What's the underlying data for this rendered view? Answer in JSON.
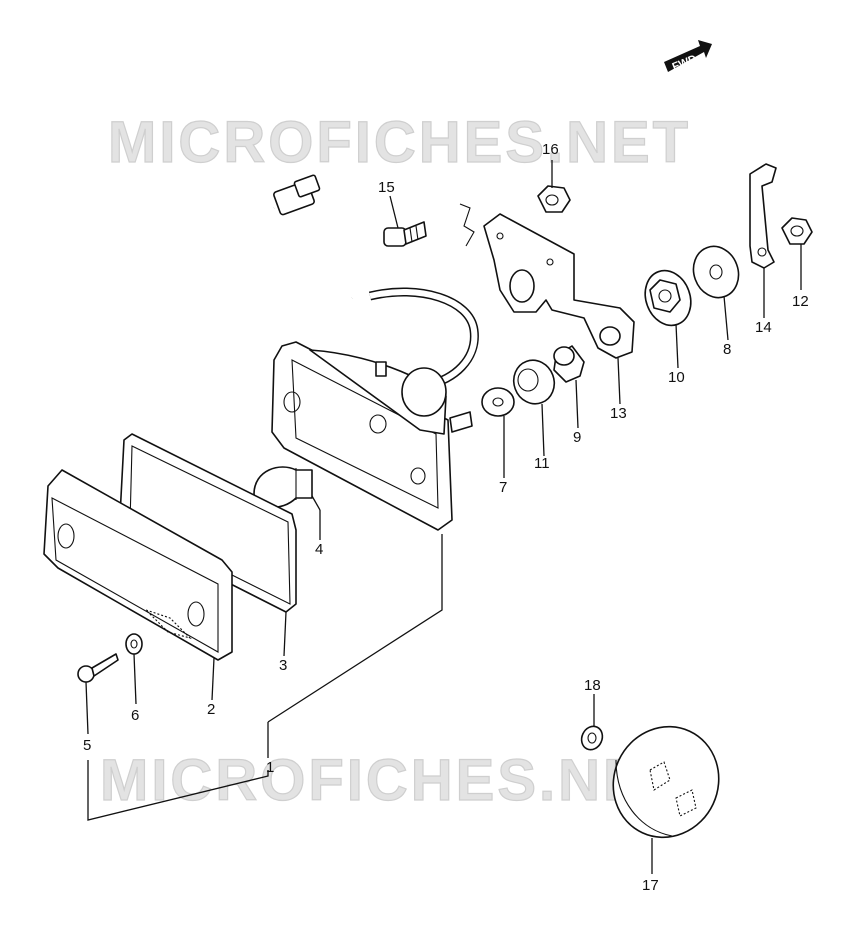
{
  "watermark_top": "MICROFICHES.NET",
  "watermark_bottom": "MICROFICHES.NET",
  "direction_label": "FWD",
  "callouts": {
    "p1": "1",
    "p2": "2",
    "p3": "3",
    "p4": "4",
    "p5": "5",
    "p6": "6",
    "p7": "7",
    "p8": "8",
    "p9": "9",
    "p10": "10",
    "p11": "11",
    "p12": "12",
    "p13": "13",
    "p14": "14",
    "p15": "15",
    "p16": "16",
    "p17": "17",
    "p18": "18"
  }
}
